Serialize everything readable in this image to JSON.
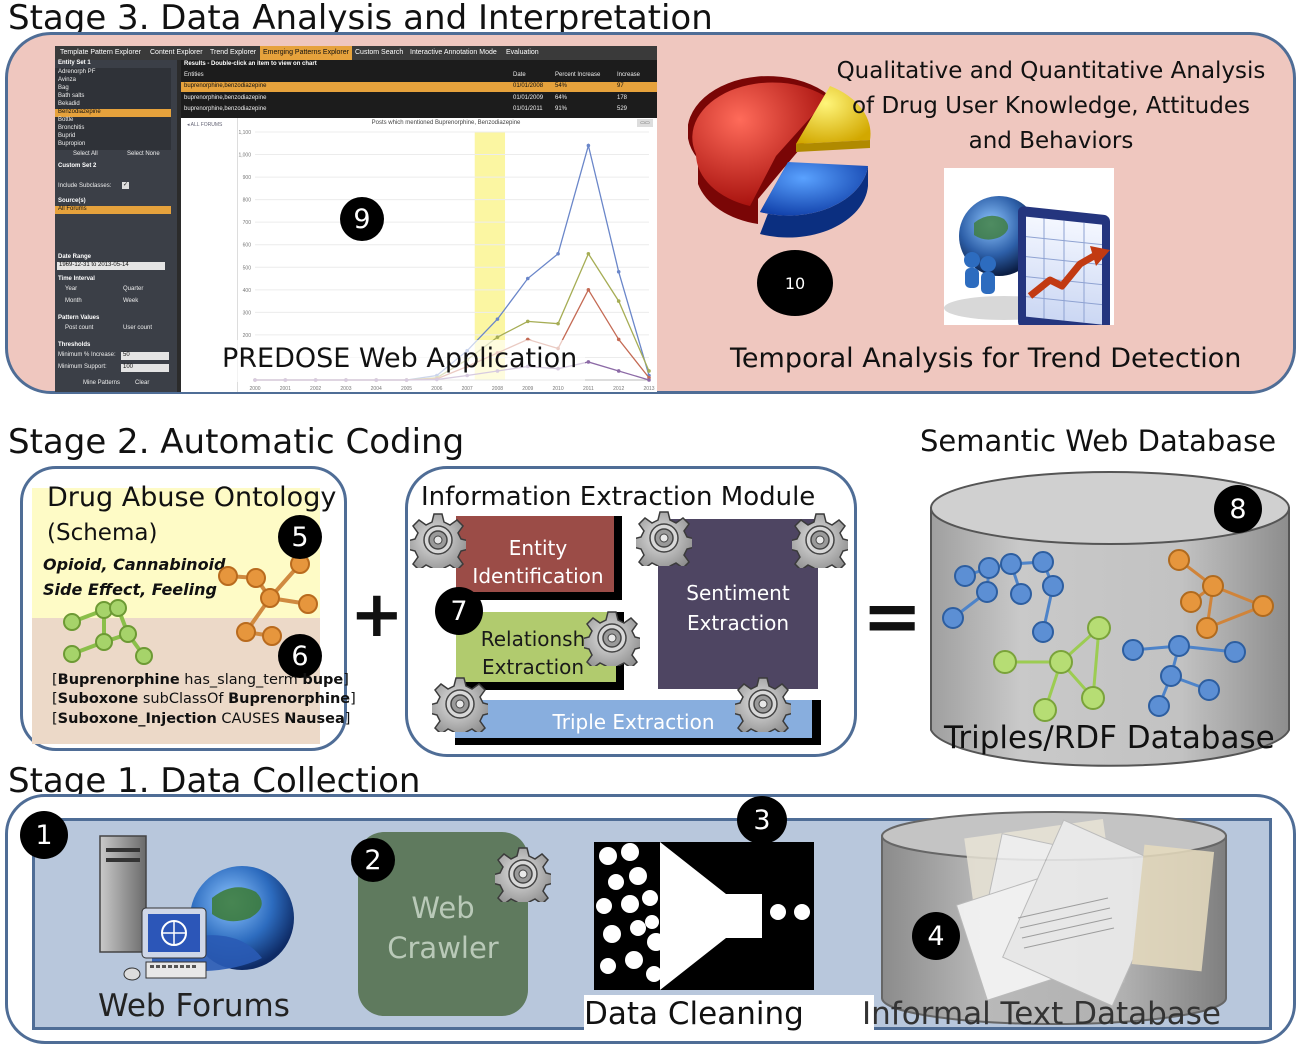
{
  "stage3": {
    "title": "Stage 3. Data Analysis and Interpretation",
    "app_caption": "PREDOSE Web Application",
    "analysis_line1": "Qualitative and Quantitative Analysis",
    "analysis_line2": "of Drug User Knowledge, Attitudes",
    "analysis_line3": "and Behaviors",
    "trend_caption": "Temporal Analysis for Trend Detection",
    "badge_9": "9",
    "badge_10": "10",
    "screenshot": {
      "tabs": [
        "Template Pattern Explorer",
        "Content Explorer",
        "Trend Explorer",
        "Emerging Patterns Explorer",
        "Custom Search",
        "Interactive Annotation Mode",
        "Evaluation"
      ],
      "active_tab": "Emerging Patterns Explorer",
      "entity_header": "Entity Set 1",
      "entities": [
        "Adrenorph PF",
        "Avinza",
        "Bag",
        "Bath salts",
        "Bekadid",
        "Benzodiazepine",
        "Bottle",
        "Bronchitis",
        "Buprid",
        "Bupropion"
      ],
      "selected_entity": "Benzodiazepine",
      "select_all": "Select All",
      "select_none": "Select None",
      "custom_set": "Custom Set 2",
      "include_subclasses": "Include Subclasses:",
      "sources_label": "Source(s)",
      "source_item": "All Forums",
      "date_range_label": "Date Range",
      "date_range_value": "1969-12-31 to 2013-05-14",
      "time_interval_label": "Time Interval",
      "intervals": [
        "Year",
        "Quarter",
        "Month",
        "Week"
      ],
      "pattern_values_label": "Pattern Values",
      "pattern_values": [
        "Post count",
        "User count"
      ],
      "thresholds_label": "Thresholds",
      "min_increase_label": "Minimum % Increase:",
      "min_increase_value": "50",
      "min_support_label": "Minimum Support:",
      "min_support_value": "100",
      "mine_button": "Mine Patterns",
      "clear_button": "Clear",
      "results_header": "Results - Double-click an item to view on chart",
      "columns": [
        "Entities",
        "Date",
        "Percent Increase",
        "Increase"
      ],
      "rows": [
        [
          "buprenorphine,benzodiazepine",
          "01/01/2008",
          "54%",
          "97"
        ],
        [
          "buprenorphine,benzodiazepine",
          "01/01/2009",
          "64%",
          "178"
        ],
        [
          "buprenorphine,benzodiazepine",
          "01/01/2011",
          "91%",
          "529"
        ]
      ],
      "chart_title": "Posts which mentioned Buprenorphine, Benzodiazepine",
      "legend_item": "ALL FORUMS"
    }
  },
  "stage2": {
    "title": "Stage 2. Automatic Coding",
    "ontology_title": "Drug Abuse Ontology",
    "ontology_schema": "(Schema)",
    "ontology_classes_1": "Opioid, Cannabinoid,",
    "ontology_classes_2": "Side Effect, Feeling",
    "triple_1": {
      "subject": "Buprenorphine",
      "predicate": "has_slang_term",
      "object": "bupe"
    },
    "triple_2": {
      "subject": "Suboxone",
      "predicate": "subClassOf",
      "object": "Buprenorphine"
    },
    "triple_3": {
      "subject": "Suboxone_Injection",
      "predicate": "CAUSES",
      "object": "Nausea"
    },
    "badge_5": "5",
    "badge_6": "6",
    "plus": "+",
    "iem_title": "Information Extraction Module",
    "entity_id_1": "Entity",
    "entity_id_2": "Identification",
    "relationship_1": "Relationsh",
    "relationship_2": "Extraction",
    "sentiment_1": "Sentiment",
    "sentiment_2": "Extraction",
    "triple_extraction": "Triple Extraction",
    "badge_7": "7",
    "equals": "=",
    "semantic_db_title": "Semantic Web Database",
    "rdf_caption": "Triples/RDF Database",
    "badge_8": "8"
  },
  "stage1": {
    "title": "Stage 1. Data Collection",
    "web_forums": "Web Forums",
    "crawler_1": "Web",
    "crawler_2": "Crawler",
    "data_cleaning": "Data Cleaning",
    "informal_db": "Informal Text Database",
    "badge_1": "1",
    "badge_2": "2",
    "badge_3": "3",
    "badge_4": "4"
  },
  "chart_data": {
    "type": "line",
    "title": "Posts which mentioned Buprenorphine, Benzodiazepine",
    "x": [
      "2000",
      "2001",
      "2002",
      "2003",
      "2004",
      "2005",
      "2006",
      "2007",
      "2008",
      "2009",
      "2010",
      "2011",
      "2012",
      "2013"
    ],
    "yticks": [
      100,
      200,
      300,
      400,
      500,
      600,
      700,
      800,
      900,
      1000,
      1100
    ],
    "ylim": [
      0,
      1100
    ],
    "highlight_x": "2008",
    "series": [
      {
        "color": "#6a86c9",
        "values": [
          0,
          0,
          0,
          0,
          0,
          0,
          20,
          130,
          270,
          450,
          560,
          1040,
          480,
          20
        ]
      },
      {
        "color": "#a6ad55",
        "values": [
          0,
          0,
          0,
          0,
          0,
          0,
          10,
          90,
          190,
          260,
          250,
          560,
          350,
          40
        ]
      },
      {
        "color": "#c46a54",
        "values": [
          0,
          0,
          0,
          0,
          0,
          0,
          5,
          60,
          120,
          180,
          140,
          400,
          180,
          10
        ]
      },
      {
        "color": "#8c6aa6",
        "values": [
          0,
          0,
          0,
          0,
          0,
          0,
          2,
          20,
          40,
          60,
          50,
          80,
          40,
          0
        ]
      }
    ]
  }
}
